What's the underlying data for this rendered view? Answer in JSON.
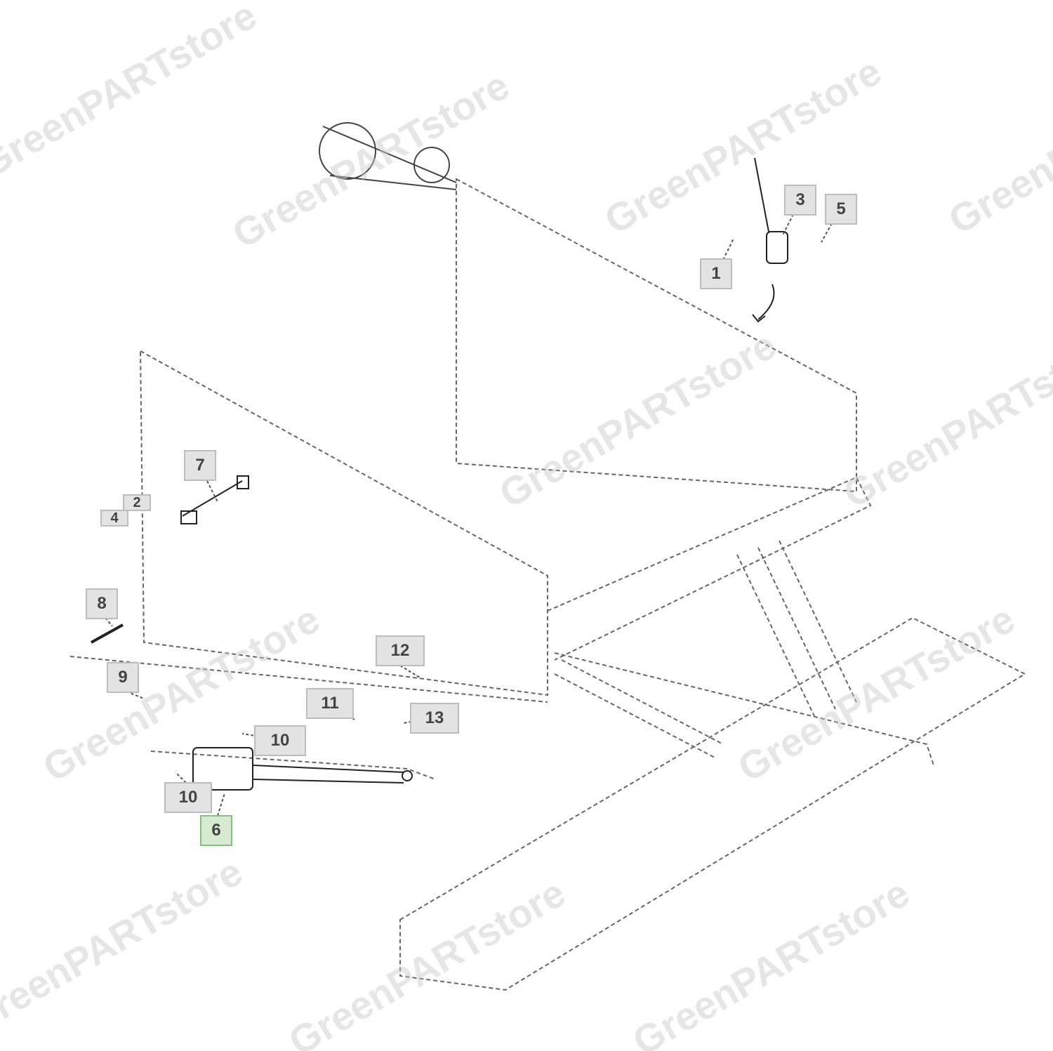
{
  "watermark": "GreenPARTstore",
  "callouts": [
    "1",
    "2",
    "3",
    "4",
    "5",
    "6",
    "7",
    "8",
    "9",
    "10",
    "10",
    "11",
    "12",
    "13"
  ],
  "selected_callout": "6",
  "colors": {
    "callout_bg": "#e3e3e3",
    "selected_bg": "#d7ebd3",
    "selected_border": "#84c27a",
    "line": "#333333"
  }
}
